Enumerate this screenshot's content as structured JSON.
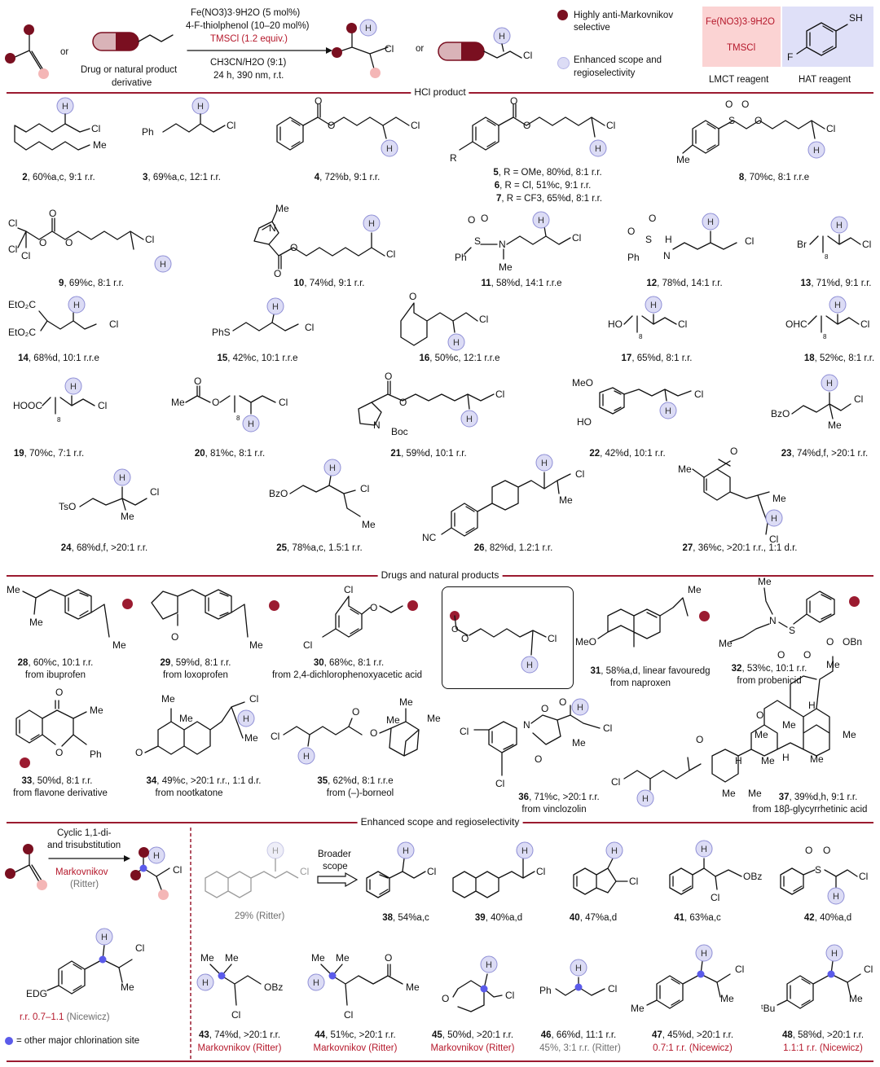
{
  "scheme": {
    "reagents": {
      "line1": "Fe(NO3)3·9H2O  (5 mol%)",
      "line2": "4-F-thiolphenol (10–20 mol%)",
      "line3": "TMSCl (1.2 equiv.)",
      "line4": "CH3CN/H2O (9:1)",
      "line5": "24 h, 390 nm, r.t."
    },
    "or1": "or",
    "or2": "or",
    "drug_label1": "Drug or natural product",
    "drug_label2": "derivative",
    "legend_red": "Highly anti-Markovnikov selective",
    "legend_red1": "Highly anti-Markovnikov",
    "legend_red2": "selective",
    "legend_blue1": "Enhanced scope and",
    "legend_blue2": "regioselectivity",
    "lmct_reagent1": "Fe(NO3)3·9H2O",
    "lmct_reagent2": "TMSCl",
    "lmct_label": "LMCT reagent",
    "hat_label": "HAT reagent",
    "colors": {
      "accent": "#9b1b30",
      "lmct_bg": "#fbd3d3",
      "hat_bg": "#dfe0f8",
      "highlight": "#dcdcf5"
    }
  },
  "sections": {
    "hcl": "HCl product",
    "drugs": "Drugs and natural products",
    "enhanced": "Enhanced scope and regioselectivity"
  },
  "compounds": [
    {
      "n": "2",
      "t": ", 60%a,c, 9:1 r.r."
    },
    {
      "n": "3",
      "t": ", 69%a,c, 12:1 r.r."
    },
    {
      "n": "4",
      "t": ", 72%b, 9:1 r.r."
    },
    {
      "n": "5",
      "t": ", R = OMe, 80%d, 8:1 r.r."
    },
    {
      "n": "6",
      "t": ", R = Cl, 51%c, 9:1 r.r."
    },
    {
      "n": "7",
      "t": ", R = CF3, 65%d, 8:1 r.r."
    },
    {
      "n": "8",
      "t": ", 70%c, 8:1 r.r.e"
    },
    {
      "n": "9",
      "t": ", 69%c, 8:1 r.r."
    },
    {
      "n": "10",
      "t": ", 74%d, 9:1 r.r."
    },
    {
      "n": "11",
      "t": ", 58%d, 14:1 r.r.e"
    },
    {
      "n": "12",
      "t": ", 78%d, 14:1 r.r."
    },
    {
      "n": "13",
      "t": ", 71%d, 9:1 r.r."
    },
    {
      "n": "14",
      "t": ", 68%d, 10:1 r.r.e"
    },
    {
      "n": "15",
      "t": ", 42%c, 10:1 r.r.e"
    },
    {
      "n": "16",
      "t": ", 50%c, 12:1 r.r.e"
    },
    {
      "n": "17",
      "t": ", 65%d, 8:1 r.r."
    },
    {
      "n": "18",
      "t": ", 52%c, 8:1 r.r."
    },
    {
      "n": "19",
      "t": ", 70%c, 7:1 r.r."
    },
    {
      "n": "20",
      "t": ", 81%c, 8:1 r.r."
    },
    {
      "n": "21",
      "t": ", 59%d, 10:1 r.r."
    },
    {
      "n": "22",
      "t": ", 42%d, 10:1 r.r."
    },
    {
      "n": "23",
      "t": ", 74%d,f, >20:1 r.r."
    },
    {
      "n": "24",
      "t": ", 68%d,f, >20:1 r.r."
    },
    {
      "n": "25",
      "t": ", 78%a,c, 1.5:1 r.r."
    },
    {
      "n": "26",
      "t": ", 82%d, 1.2:1 r.r."
    },
    {
      "n": "27",
      "t": ", 36%c, >20:1 r.r., 1:1 d.r."
    },
    {
      "n": "28",
      "t": ", 60%c, 10:1 r.r.",
      "src": "from ibuprofen"
    },
    {
      "n": "29",
      "t": ", 59%d, 8:1 r.r.",
      "src": "from loxoprofen"
    },
    {
      "n": "30",
      "t": ", 68%c, 8:1 r.r.",
      "src": "from 2,4-dichlorophenoxyacetic acid"
    },
    {
      "n": "31",
      "t": ", 58%a,d, linear favouredg",
      "src": "from naproxen"
    },
    {
      "n": "32",
      "t": ", 53%c, 10:1 r.r.",
      "src": "from probenicid"
    },
    {
      "n": "33",
      "t": ", 50%d, 8:1 r.r.",
      "src": "from flavone derivative"
    },
    {
      "n": "34",
      "t": ", 49%c, >20:1 r.r., 1:1 d.r.",
      "src": "from nootkatone"
    },
    {
      "n": "35",
      "t": ", 62%d, 8:1 r.r.e",
      "src": "from (–)-borneol"
    },
    {
      "n": "36",
      "t": ", 71%c, >20:1 r.r.",
      "src": "from vinclozolin"
    },
    {
      "n": "37",
      "t": ", 39%d,h, 9:1 r.r.",
      "src": "from 18β-glycyrrhetinic acid"
    },
    {
      "n": "38",
      "t": ", 54%a,c"
    },
    {
      "n": "39",
      "t": ", 40%a,d"
    },
    {
      "n": "40",
      "t": ", 47%a,d"
    },
    {
      "n": "41",
      "t": ", 63%a,c"
    },
    {
      "n": "42",
      "t": ", 40%a,d"
    },
    {
      "n": "43",
      "t": ", 74%d, >20:1 r.r.",
      "note": "Markovnikov (Ritter)"
    },
    {
      "n": "44",
      "t": ", 51%c, >20:1 r.r.",
      "note": "Markovnikov (Ritter)"
    },
    {
      "n": "45",
      "t": ", 50%d, >20:1 r.r.",
      "note": "Markovnikov (Ritter)"
    },
    {
      "n": "46",
      "t": ", 66%d, 11:1 r.r.",
      "note": "45%, 3:1 r.r. (Ritter)"
    },
    {
      "n": "47",
      "t": ", 45%d, >20:1 r.r.",
      "note": "0.7:1 r.r. (Nicewicz)"
    },
    {
      "n": "48",
      "t": ", 58%d, >20:1 r.r.",
      "note": "1.1:1 r.r. (Nicewicz)"
    }
  ],
  "enhanced_left": {
    "arrow_top1": "Cyclic 1,1-di-",
    "arrow_top2": "and trisubstitution",
    "arrow_bottom1": "Markovnikov",
    "arrow_bottom2": "(Ritter)",
    "ritter_yield": "29% (Ritter)",
    "broader1": "Broader",
    "broader2": "scope",
    "edg_rr": "r.r. 0.7–1.1",
    "edg_ref": "(Nicewicz)",
    "legend_dot": "= other major chlorination site"
  }
}
